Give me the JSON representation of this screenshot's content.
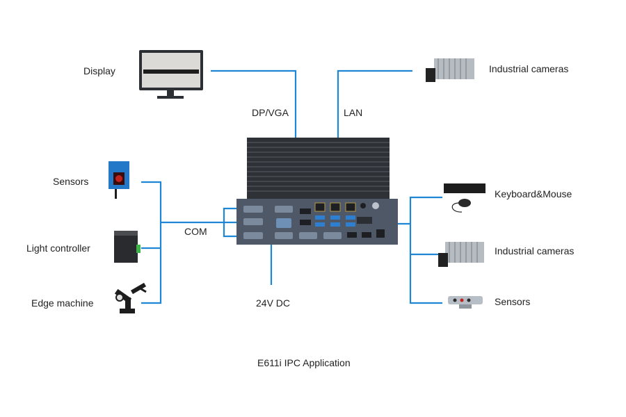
{
  "diagram": {
    "caption": "E611i IPC Application",
    "left_devices": {
      "display": "Display",
      "sensors": "Sensors",
      "light_controller": "Light controller",
      "edge_machine": "Edge machine"
    },
    "right_devices": {
      "industrial_cameras_top": "Industrial cameras",
      "keyboard_mouse": "Keyboard&Mouse",
      "industrial_cameras": "Industrial cameras",
      "sensors": "Sensors"
    },
    "interfaces": {
      "dp_vga": "DP/VGA",
      "lan": "LAN",
      "com": "COM",
      "power": "24V DC"
    },
    "colors": {
      "line": "#1f86d6",
      "chassis_dark": "#2e3136",
      "chassis_panel": "#4f5866"
    }
  }
}
